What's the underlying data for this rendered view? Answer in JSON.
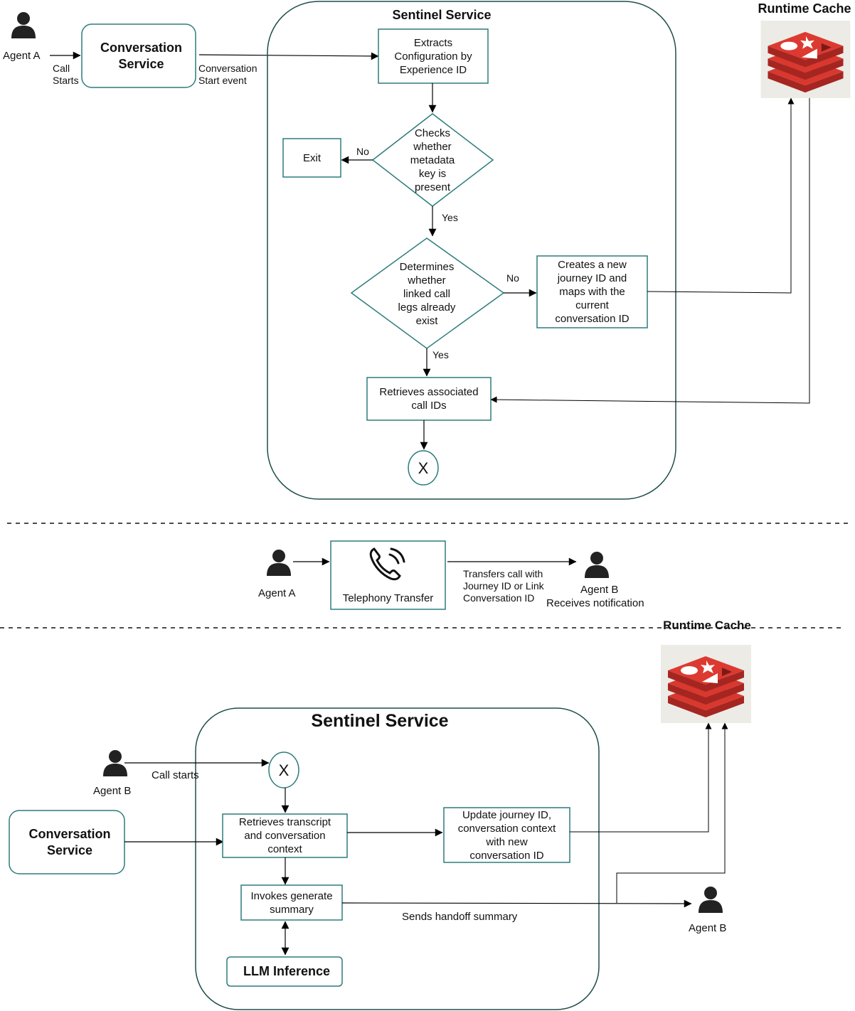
{
  "colors": {
    "border": "#2d7c7c",
    "container": "#1f4d4a",
    "line": "#000000",
    "redis_red": "#c8312b",
    "redis_bg": "#ecebe6"
  },
  "icons": [
    "person-icon",
    "phone-icon",
    "redis-logo-icon"
  ],
  "top": {
    "agent_a": "Agent A",
    "call_starts": "Call\nStarts",
    "conversation_service": "Conversation\nService",
    "conversation_start_event": "Conversation\nStart event",
    "sentinel_title": "Sentinel Service",
    "runtime_cache": "Runtime Cache",
    "extracts": "Extracts\nConfiguration by\nExperience ID",
    "checks": "Checks\nwhether\nmetadata\nkey is\npresent",
    "no1": "No",
    "exit": "Exit",
    "yes1": "Yes",
    "determines": "Determines\nwhether\nlinked call\nlegs already\nexist",
    "no2": "No",
    "creates": "Creates a new\njourney ID and\nmaps with the\ncurrent\nconversation ID",
    "yes2": "Yes",
    "retrieves_ids": "Retrieves associated\ncall IDs",
    "x": "X"
  },
  "middle": {
    "agent_a": "Agent A",
    "telephony": "Telephony Transfer",
    "transfers": "Transfers call with\nJourney ID or Link\nConversation ID",
    "agent_b": "Agent B",
    "receives": "Receives notification"
  },
  "bottom": {
    "runtime_cache": "Runtime Cache",
    "sentinel_title": "Sentinel Service",
    "agent_b_top": "Agent B",
    "call_starts": "Call starts",
    "x": "X",
    "conversation_service": "Conversation\nService",
    "retrieves_transcript": "Retrieves transcript\nand conversation\ncontext",
    "update": "Update journey ID,\nconversation context\nwith new\nconversation ID",
    "invokes": "Invokes generate\nsummary",
    "llm": "LLM Inference",
    "sends": "Sends handoff summary",
    "agent_b_right": "Agent B"
  }
}
